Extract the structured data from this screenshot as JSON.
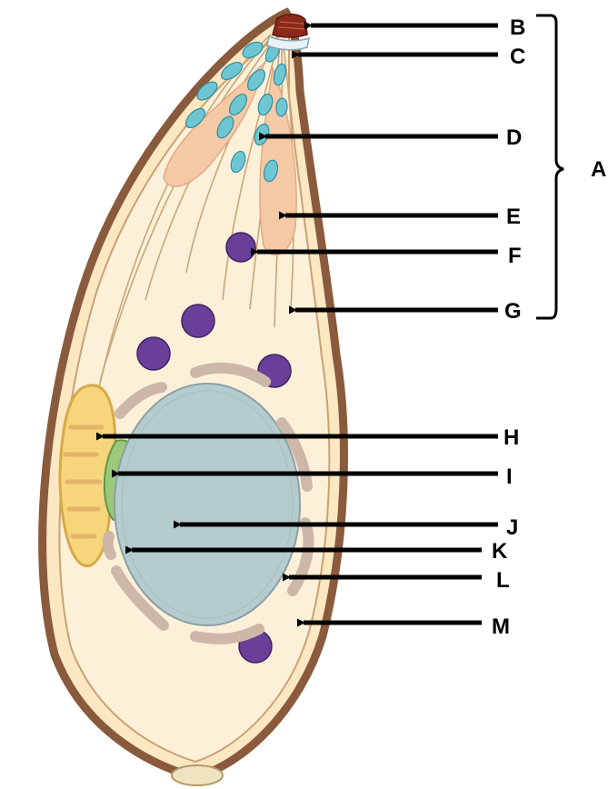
{
  "labels": [
    "A",
    "B",
    "C",
    "D",
    "E",
    "F",
    "G",
    "H",
    "I",
    "J",
    "K",
    "L",
    "M"
  ],
  "colors": {
    "pellicle": "#8a5a3c",
    "cytoplasm": "#fbe7c0",
    "conoid": "#8b2a1a",
    "micronemes": "#6fc6d3",
    "rhoptry": "#f5c9a6",
    "dense_granules": "#6a3f9a",
    "apicoplast": "#f6d57b",
    "nucleus": "#b5cccf",
    "er": "#cdb7a8",
    "basal_complex": "#efe3c2",
    "mitochondrion_core": "#9cc87a",
    "arrows": "#000000"
  }
}
